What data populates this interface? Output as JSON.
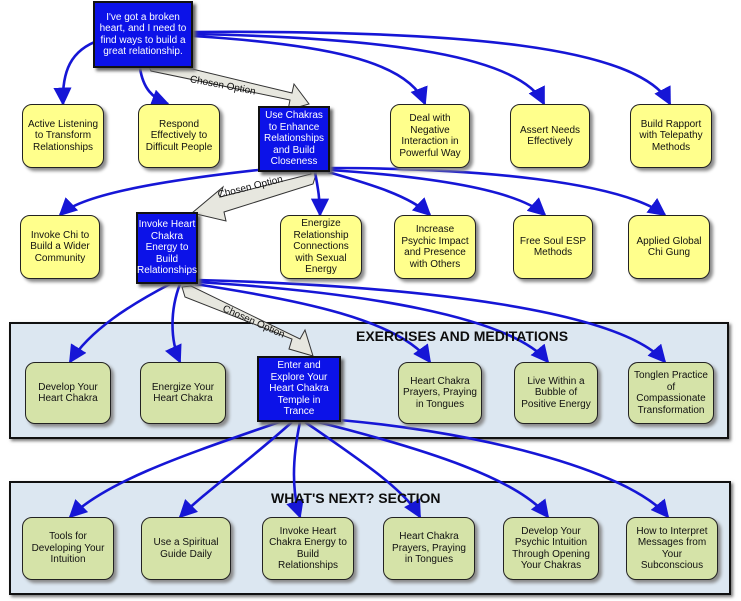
{
  "colors": {
    "root": "#0c12e8",
    "chosen": "#0c12e8",
    "option": "#ffff8c",
    "exercise": "#d5e3a8",
    "panel": "#dce7f1",
    "connector": "#1616d6"
  },
  "root": {
    "label": "I've got a broken heart, and I need to find ways to build a great relationship."
  },
  "row1": {
    "chosen_option_label": "Chosen Option",
    "nodes": [
      {
        "label": "Active Listening to Transform Relationships"
      },
      {
        "label": "Respond Effectively to Difficult People"
      },
      {
        "label": "Use Chakras to Enhance Relationships and Build Closeness"
      },
      {
        "label": "Deal with Negative Interaction in Powerful Way"
      },
      {
        "label": "Assert Needs Effectively"
      },
      {
        "label": "Build Rapport with Telepathy Methods"
      }
    ]
  },
  "row2": {
    "chosen_option_label": "Chosen Option",
    "nodes": [
      {
        "label": "Invoke Chi to Build a Wider Community"
      },
      {
        "label": "Invoke Heart Chakra Energy to Build Relationships"
      },
      {
        "label": "Energize Relationship Connections with Sexual Energy"
      },
      {
        "label": "Increase Psychic Impact and Presence with Others"
      },
      {
        "label": "Free Soul ESP Methods"
      },
      {
        "label": "Applied Global Chi Gung"
      }
    ]
  },
  "exercises": {
    "title": "EXERCISES AND MEDITATIONS",
    "chosen_option_label": "Chosen Option",
    "nodes": [
      {
        "label": "Develop Your Heart Chakra"
      },
      {
        "label": "Energize Your Heart Chakra"
      },
      {
        "label": "Enter and Explore Your Heart Chakra Temple in Trance"
      },
      {
        "label": "Heart Chakra Prayers, Praying in Tongues"
      },
      {
        "label": "Live Within a Bubble of Positive Energy"
      },
      {
        "label": "Tonglen Practice of Compassionate Transformation"
      }
    ]
  },
  "whats_next": {
    "title": "WHAT'S NEXT? SECTION",
    "nodes": [
      {
        "label": "Tools for Developing Your Intuition"
      },
      {
        "label": "Use a Spiritual Guide Daily"
      },
      {
        "label": "Invoke Heart Chakra Energy to Build Relationships"
      },
      {
        "label": "Heart Chakra Prayers, Praying in Tongues"
      },
      {
        "label": "Develop Your Psychic Intuition Through Opening Your Chakras"
      },
      {
        "label": "How to Interpret Messages from Your Subconscious"
      }
    ]
  }
}
